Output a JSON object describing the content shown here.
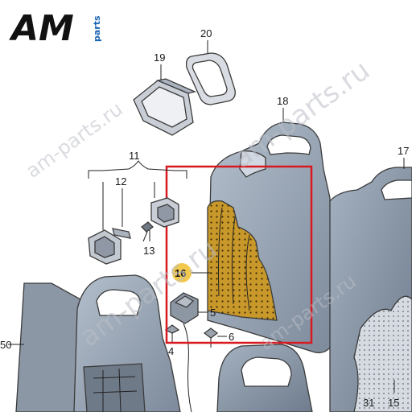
{
  "logo": {
    "text": "AM",
    "subtext": "parts"
  },
  "watermarks": [
    "am-parts.ru",
    "am-parts.ru",
    "am-parts.ru",
    "am-parts.ru"
  ],
  "callouts": {
    "c4": "4",
    "c5": "5",
    "c6": "6",
    "c11": "11",
    "c12": "12",
    "c13": "13",
    "c15": "15",
    "c16": "16",
    "c17": "17",
    "c18": "18",
    "c19": "19",
    "c20": "20",
    "c31": "31",
    "c50": "50"
  },
  "colors": {
    "highlight_frame": "#d71920",
    "highlight_badge": "#f2c94c",
    "upholstery": "#c8982a",
    "seat_shell": "#9aa7b7",
    "seat_shell_dark": "#7d8a9b"
  },
  "icons": {
    "brand": "am-parts-logo"
  }
}
